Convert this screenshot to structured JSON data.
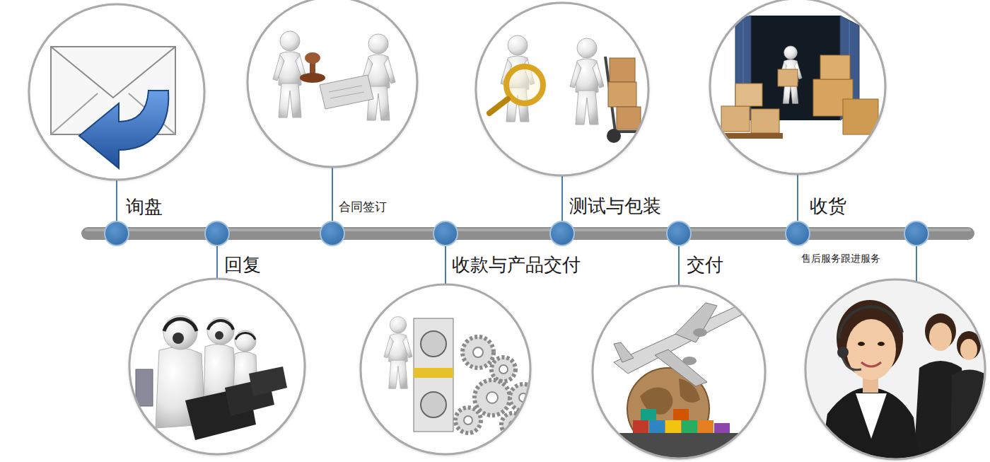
{
  "diagram": {
    "nodes": [
      {
        "text": [
          "询盘"
        ]
      },
      {
        "text": [
          "回复"
        ]
      },
      {
        "text": [
          "合同签订"
        ]
      },
      {
        "text": [
          "收款与产品交付"
        ]
      },
      {
        "text": [
          "测试与包装"
        ]
      },
      {
        "text": [
          "交付"
        ]
      },
      {
        "text": [
          "收货"
        ]
      },
      {
        "text": [
          "售后服务跟进服务"
        ]
      }
    ],
    "edges": [
      {
        "from": 0,
        "to": 1,
        "arrow": "none"
      },
      {
        "from": 1,
        "to": 2,
        "arrow": "none"
      },
      {
        "from": 2,
        "to": 3,
        "arrow": "none"
      },
      {
        "from": 3,
        "to": 4,
        "arrow": "none"
      },
      {
        "from": 4,
        "to": 5,
        "arrow": "none"
      },
      {
        "from": 5,
        "to": 6,
        "arrow": "none"
      },
      {
        "from": 6,
        "to": 7,
        "arrow": "none"
      }
    ]
  }
}
